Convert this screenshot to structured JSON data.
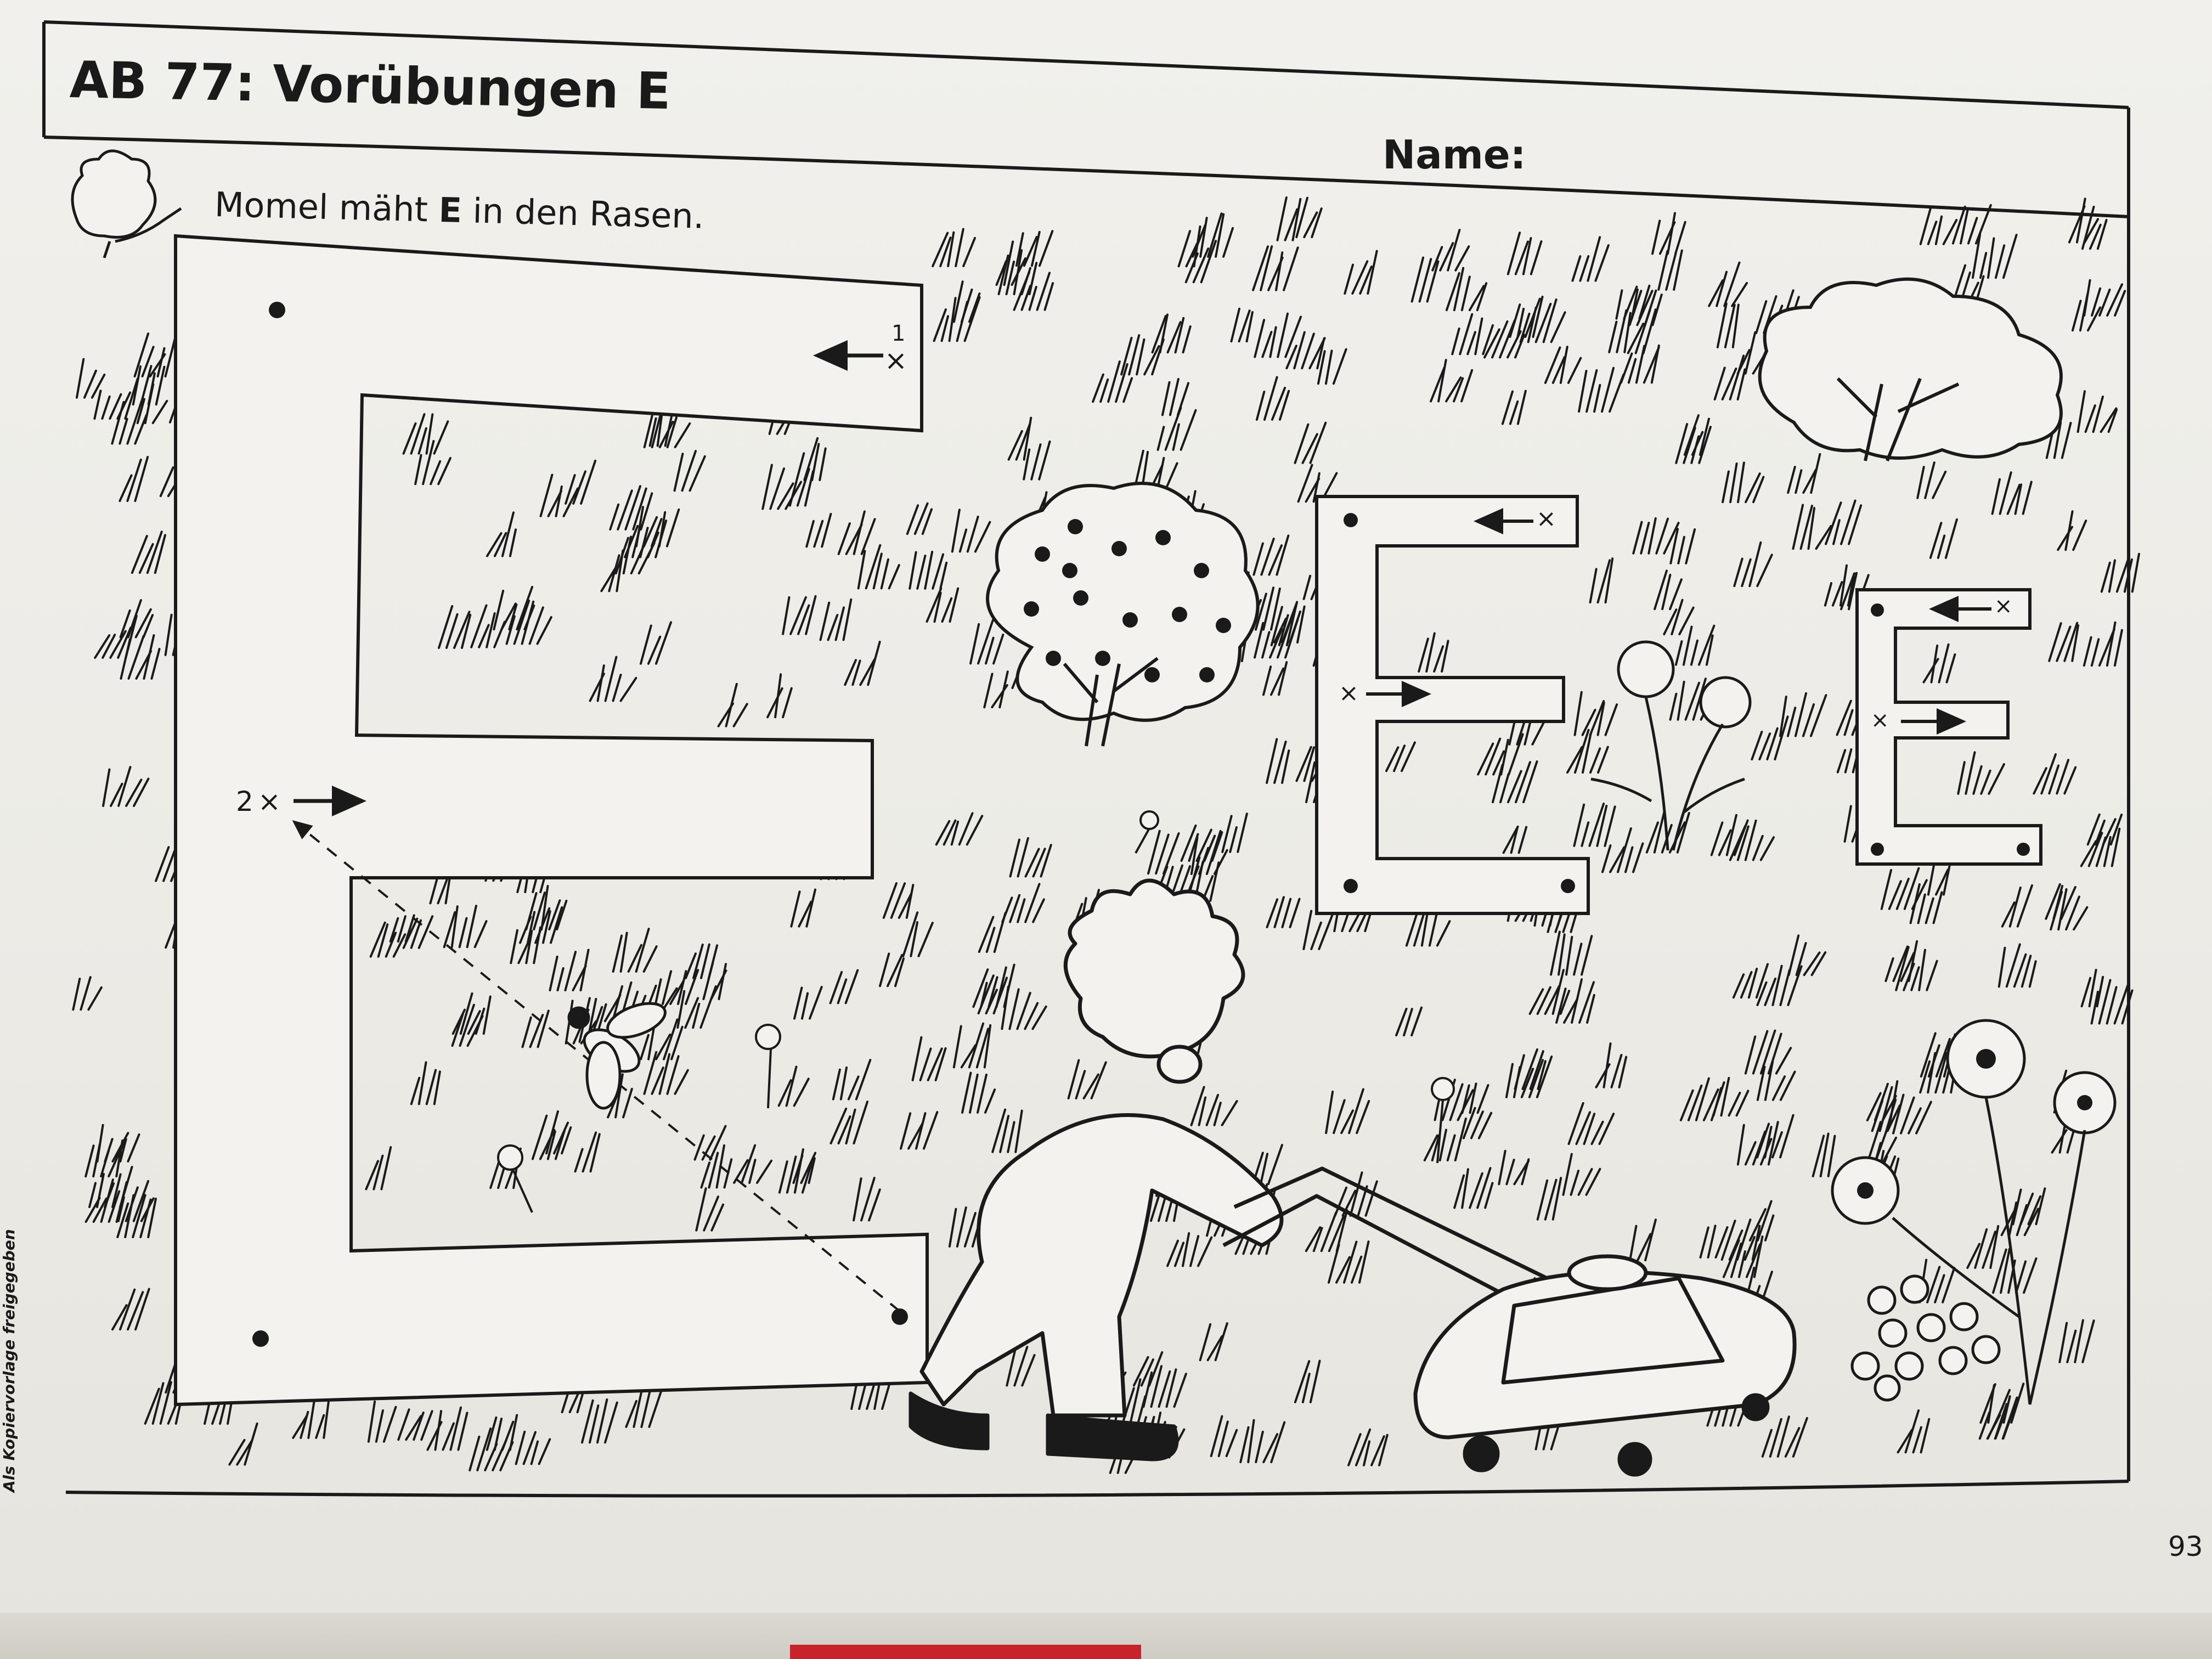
{
  "worksheet": {
    "title_prefix": "AB 77: Vorübungen",
    "title_letter": "E",
    "name_label": "Name:",
    "instruction_before": "Momel mäht",
    "instruction_letter": "E",
    "instruction_after": "in den Rasen.",
    "page_number": "93",
    "side_note": "Als Kopiervorlage freigegeben"
  },
  "tracing": {
    "stroke_1_number": "1",
    "stroke_2_number": "2",
    "start_mark": "×"
  },
  "colors": {
    "paper": "#f1f0ec",
    "ink": "#1a1a1a",
    "red_edge": "#c8232c"
  }
}
